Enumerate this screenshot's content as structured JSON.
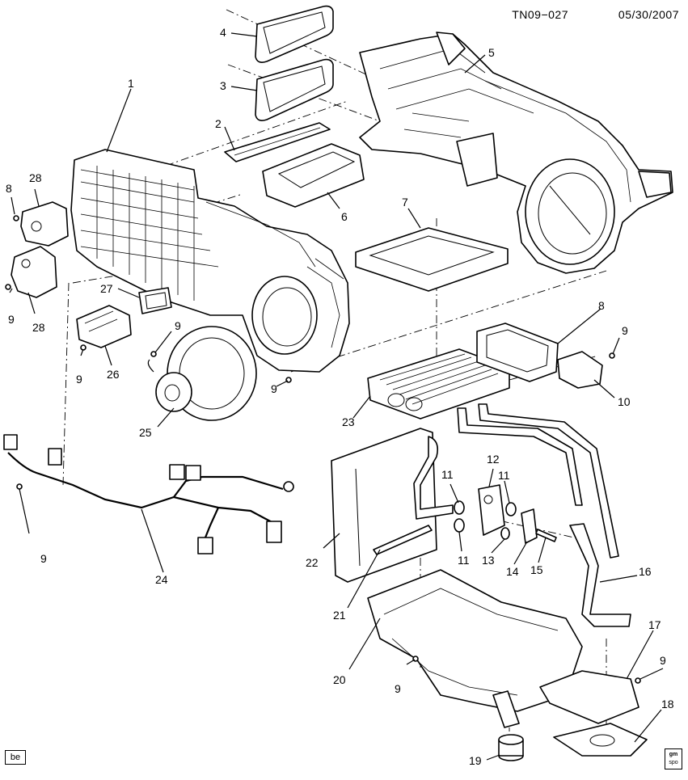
{
  "header": {
    "drawing_id": "TN09−027",
    "date": "05/30/2007"
  },
  "callouts": {
    "c1": "1",
    "c2": "2",
    "c3": "3",
    "c4": "4",
    "c5": "5",
    "c6": "6",
    "c7": "7",
    "c8a": "8",
    "c8b": "8",
    "c9a": "9",
    "c9b": "9",
    "c9c": "9",
    "c9d": "9",
    "c9e": "9",
    "c9f": "9",
    "c9g": "9",
    "c10": "10",
    "c11a": "11",
    "c11b": "11",
    "c11c": "11",
    "c12": "12",
    "c13": "13",
    "c14": "14",
    "c15": "15",
    "c16": "16",
    "c17": "17",
    "c18": "18",
    "c19": "19",
    "c20": "20",
    "c21": "21",
    "c22": "22",
    "c23": "23",
    "c24": "24",
    "c25": "25",
    "c26": "26",
    "c27": "27",
    "c28a": "28",
    "c28b": "28"
  },
  "footer": {
    "view_badge": "be",
    "logo_line1": "gm",
    "logo_line2": "spo"
  }
}
